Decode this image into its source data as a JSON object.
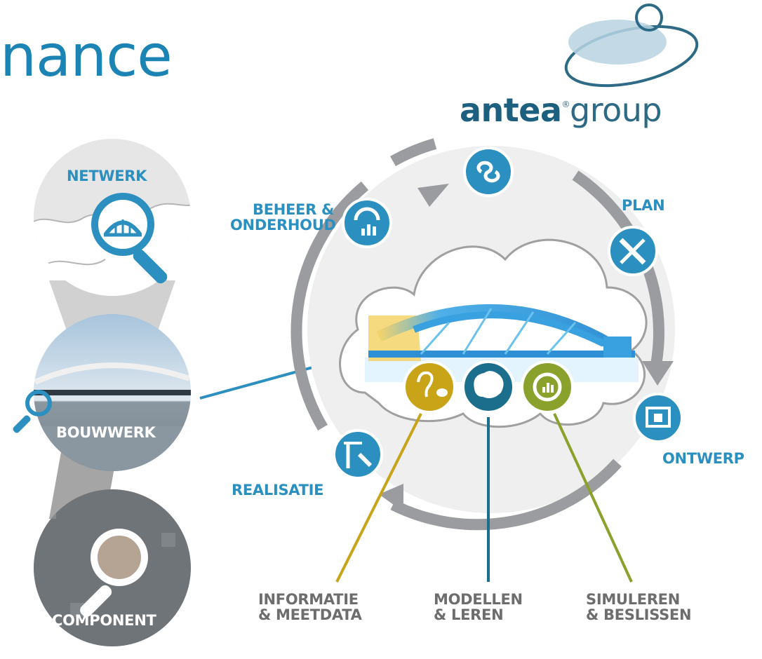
{
  "header": {
    "title": "nance"
  },
  "logo": {
    "name_bold": "antea",
    "registered": "®",
    "name_rest": "group"
  },
  "scales": {
    "netwerk": "NETWERK",
    "bouwwerk": "BOUWWERK",
    "component": "COMPONENT"
  },
  "cycle": {
    "beheer_line1": "BEHEER &",
    "beheer_line2": "ONDERHOUD",
    "plan": "PLAN",
    "ontwerp": "ONTWERP",
    "realisatie": "REALISATIE"
  },
  "capabilities": {
    "informatie_line1": "INFORMATIE",
    "informatie_line2": "& MEETDATA",
    "modellen_line1": "MODELLEN",
    "modellen_line2": "& LEREN",
    "simuleren_line1": "SIMULEREN",
    "simuleren_line2": "& BESLISSEN"
  },
  "colors": {
    "accent_blue": "#2b8fc0",
    "dark_teal": "#1c6f8c",
    "mustard": "#c9a418",
    "olive": "#8aa12c",
    "cycle_grey": "#9a9ca0"
  },
  "icons": [
    "infinity-icon",
    "ruler-pencil-icon",
    "blueprint-icon",
    "crane-wrench-icon",
    "gauge-chart-icon",
    "ear-eye-icon",
    "brain-icon",
    "chart-cycle-icon",
    "magnifier-icon",
    "bridge-icon"
  ]
}
